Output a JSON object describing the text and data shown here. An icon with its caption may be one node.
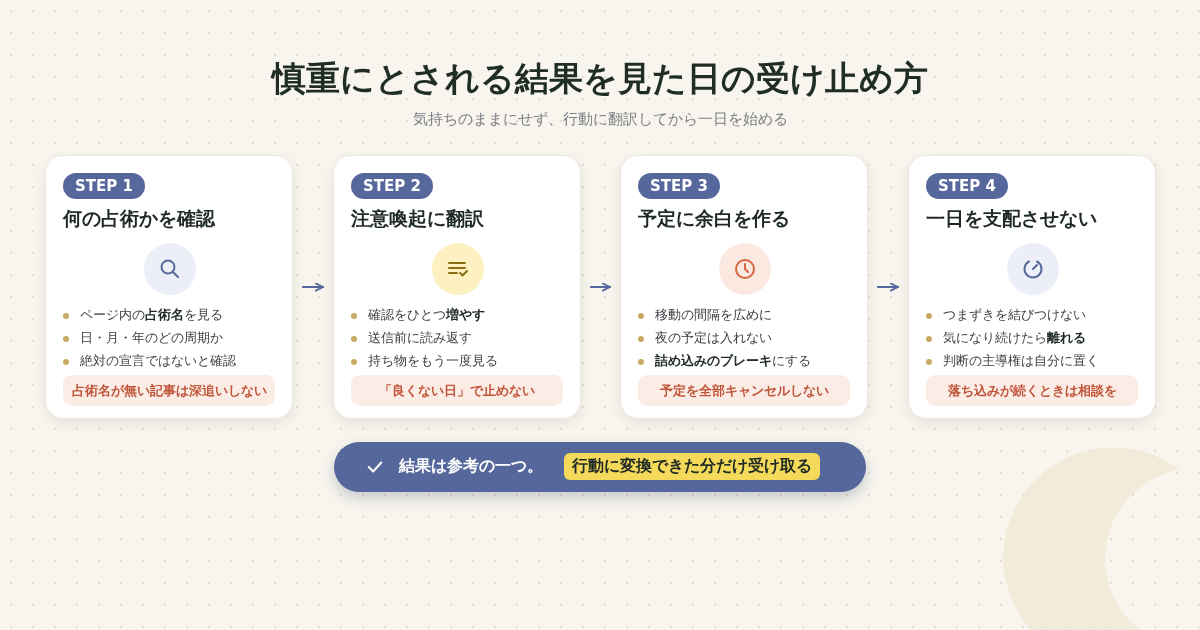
{
  "diagram": {
    "title": "慎重にとされる結果を見た日の受け止め方",
    "nodes": [
      {
        "text": [
          "STEP 1",
          "何の占術かを確認",
          "ページ内の**占術名**を見る",
          "日・月・年のどの周期か",
          "絶対の宣言ではないと確認",
          "占術名が無い記事は深追いしない"
        ]
      },
      {
        "text": [
          "STEP 2",
          "注意喚起に翻訳",
          "確認をひとつ**増やす**",
          "送信前に読み返す",
          "持ち物をもう一度見る",
          "「良くない日」で止めない"
        ]
      },
      {
        "text": [
          "STEP 3",
          "予定に余白を作る",
          "移動の間隔を広めに",
          "夜の予定は入れない",
          "**詰め込みのブレーキ**にする",
          "予定を全部キャンセルしない"
        ]
      },
      {
        "text": [
          "STEP 4",
          "一日を支配させない",
          "つまずきを結びつけない",
          "気になり続けたら**離れる**",
          "判断の主導権は自分に置く",
          "落ち込みが続くときは相談を"
        ]
      },
      {
        "text": [
          "結果は参考の一つ。",
          "行動に変換できた分だけ受け取る"
        ]
      }
    ],
    "edges": [
      {
        "from": 0,
        "to": 1,
        "arrow": "to"
      },
      {
        "from": 1,
        "to": 2,
        "arrow": "to"
      },
      {
        "from": 2,
        "to": 3,
        "arrow": "to"
      }
    ],
    "labels": [
      "気持ちのままにせず、行動に翻訳してから一日を始める"
    ]
  }
}
